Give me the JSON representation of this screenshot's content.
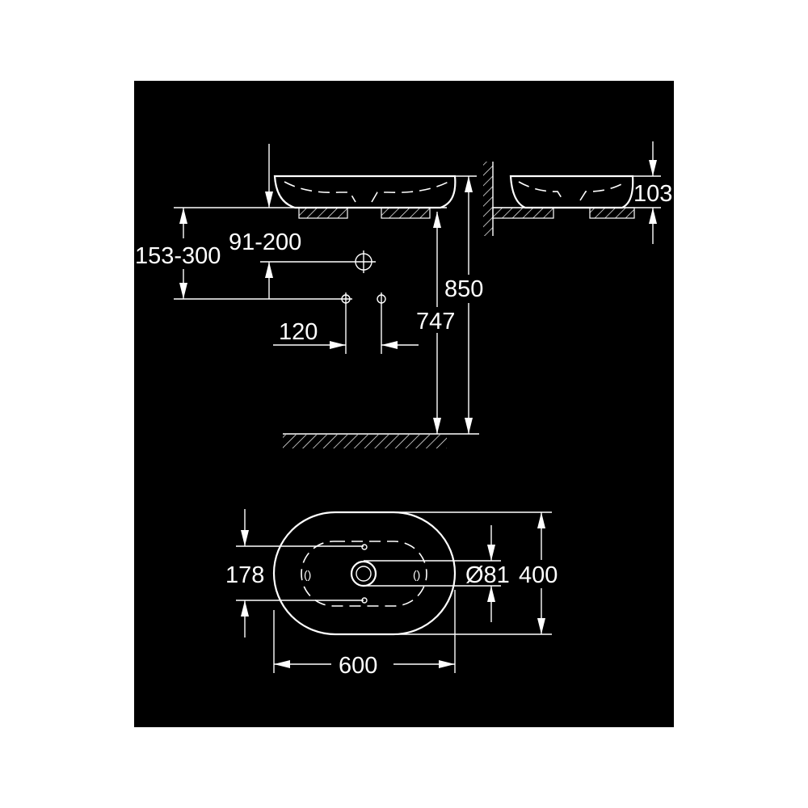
{
  "drawing": {
    "background": "#000000",
    "line_color": "#ffffff",
    "side_view": {
      "dim_counter_to_top_fitting": "153-300",
      "dim_fitting_offset": "91-200",
      "dim_fitting_spacing": "120",
      "dim_counter_height": "747",
      "dim_basin_top_height": "850"
    },
    "wall_view": {
      "dim_basin_height": "103"
    },
    "top_view": {
      "dim_fitting_distance": "178",
      "dim_drain_diameter": "Ø81",
      "dim_depth": "400",
      "dim_width": "600"
    }
  }
}
